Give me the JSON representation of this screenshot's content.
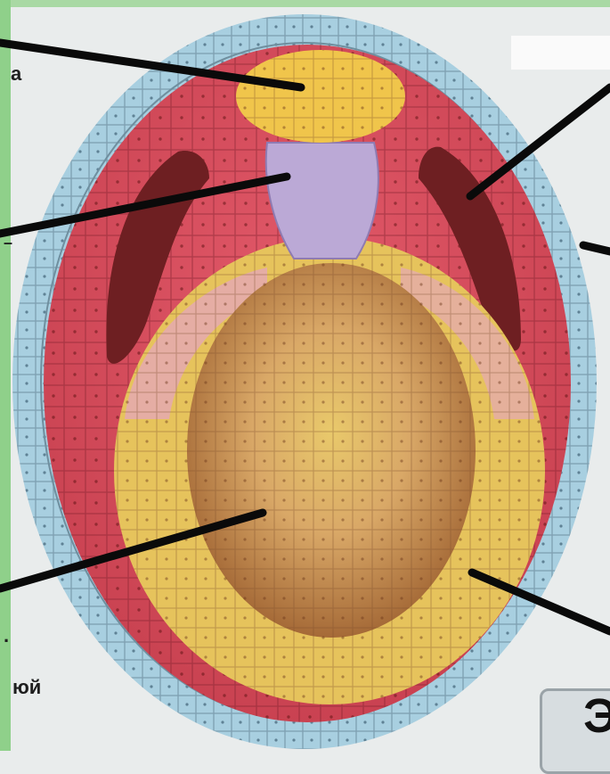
{
  "fragments": {
    "top_left": "а",
    "mid_left": "–",
    "bottom_left_dot": ".",
    "bottom_left_word": "юй"
  },
  "badge": {
    "text": "Э"
  },
  "colors": {
    "ectoderm": "#9fc9dc",
    "mesoderm": "#d94a64",
    "mesoderm_dark": "#7a2226",
    "endoderm": "#e8c45a",
    "endoderm_pink": "#e3b2b3",
    "yolk": "#b37a3d",
    "yolk_light": "#e1c069",
    "neural_plate": "#f1c84a",
    "notochord": "#bcaad8",
    "pointer": "#0a0a0a"
  }
}
